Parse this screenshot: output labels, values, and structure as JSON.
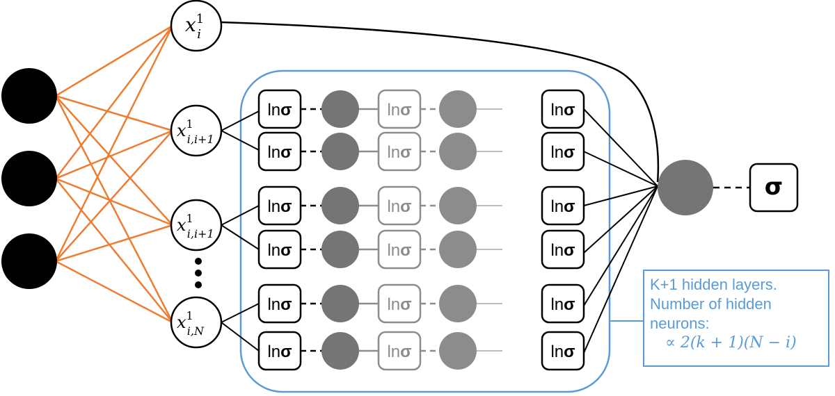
{
  "diagram": {
    "input_labels": [
      {
        "base": "x",
        "sup": "1",
        "sub": "i"
      },
      {
        "base": "x",
        "sup": "1",
        "sub": "i,i+1"
      },
      {
        "base": "x",
        "sup": "1",
        "sub": "i,i+1"
      },
      {
        "base": "x",
        "sup": "1",
        "sub": "i,N"
      }
    ],
    "ellipsis": "⋮",
    "block_label_prefix": "ln",
    "block_label_symbol": "σ",
    "output_label": "σ",
    "note": {
      "line1": "K+1 hidden layers.",
      "line2": "Number of hidden",
      "line3": "neurons:",
      "formula": "∝ 2(k + 1)(N − i)"
    },
    "colors": {
      "orange_edge": "#ed7d31",
      "blue_frame": "#5b9bd5",
      "neuron_black": "#000000",
      "neuron_gray": "#757575",
      "neuron_gray_light": "#8c8c8c",
      "faded_stroke": "#8c8c8c"
    }
  }
}
